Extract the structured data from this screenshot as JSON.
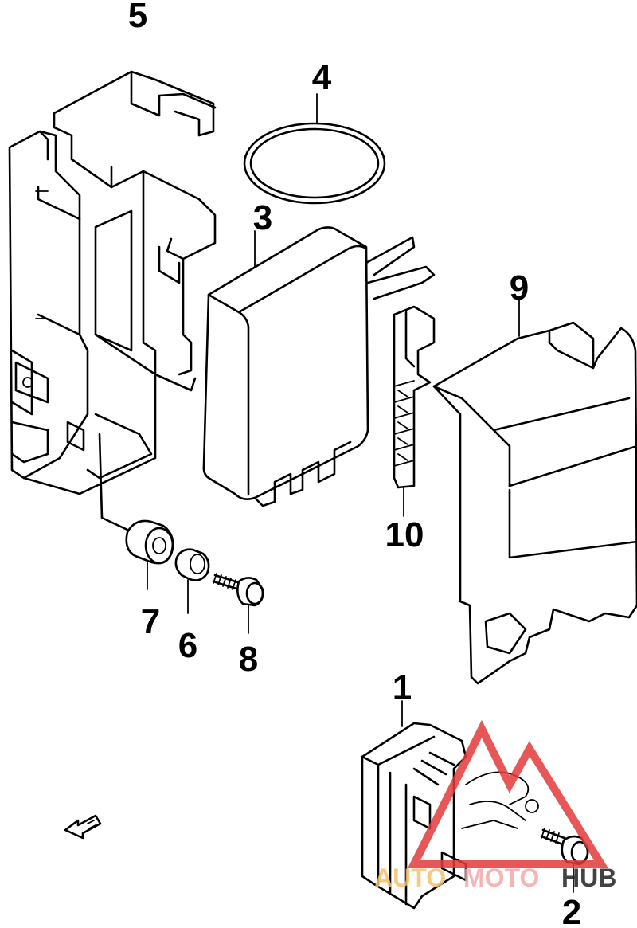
{
  "callouts": [
    {
      "id": "p1",
      "label": "1"
    },
    {
      "id": "p2",
      "label": "2"
    },
    {
      "id": "p3",
      "label": "3"
    },
    {
      "id": "p4",
      "label": "4"
    },
    {
      "id": "p5",
      "label": "5"
    },
    {
      "id": "p6",
      "label": "6"
    },
    {
      "id": "p7",
      "label": "7"
    },
    {
      "id": "p8",
      "label": "8"
    },
    {
      "id": "p9",
      "label": "9"
    },
    {
      "id": "p10",
      "label": "10"
    }
  ],
  "watermark": {
    "part1": "AUTO",
    "part2": "MOTO",
    "part3": "HUB",
    "colors": {
      "auto": "#f5c26b",
      "moto": "#f4a9a9",
      "hub": "#222222",
      "triangle": "#e33a3a"
    }
  },
  "icons": [
    "front-direction-arrow-icon",
    "watermark-triangle-icon"
  ]
}
